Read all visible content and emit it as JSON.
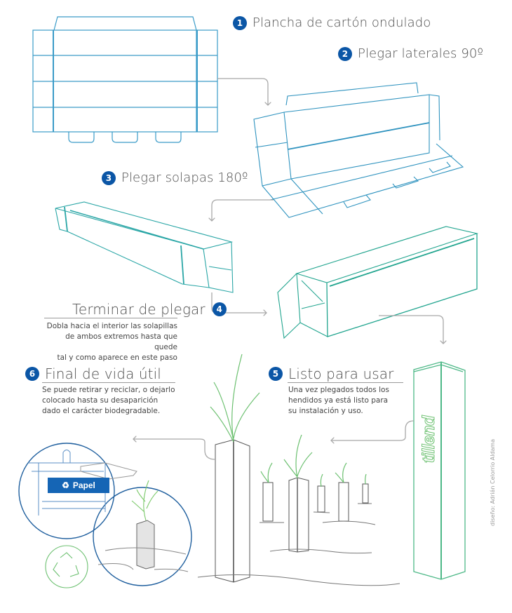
{
  "steps": [
    {
      "number": "1",
      "title": "Plancha de cartón ondulado"
    },
    {
      "number": "2",
      "title": "Plegar laterales 90º"
    },
    {
      "number": "3",
      "title": "Plegar solapas 180º"
    },
    {
      "number": "4",
      "title": "Terminar de plegar",
      "description": [
        "Dobla hacia el interior las solapillas",
        "de ambos extremos hasta que quede",
        "tal y como aparece en este paso"
      ]
    },
    {
      "number": "5",
      "title": "Listo para usar",
      "description": [
        "Una vez plegados todos los",
        "hendidos ya está listo para",
        "su instalación y uso."
      ]
    },
    {
      "number": "6",
      "title": "Final de vida útil",
      "description": [
        "Se puede retirar y reciclar, o dejarlo",
        "colocado hasta su desaparición",
        "dado el carácter biodegradable."
      ]
    }
  ],
  "labels": {
    "bin_label": "Papel",
    "brand": "tillend",
    "credit": "diseño: Adrián Celorrio Aldama"
  },
  "icons": {
    "recycle": "recycle-icon",
    "step_badge": "number-badge"
  },
  "colors": {
    "badge_blue": "#0b56a6",
    "outline_blue": "#3a9bc8",
    "outline_teal": "#2bb3a0",
    "plant_green": "#6cc070",
    "arrow_gray": "#a8a8a8",
    "bin_blue": "#1565b5"
  }
}
